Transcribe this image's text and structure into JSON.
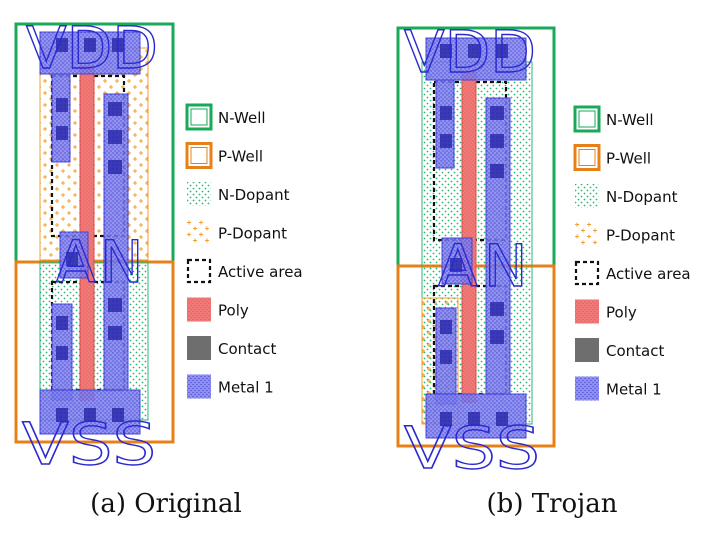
{
  "panels": [
    {
      "caption": "(a) Original",
      "top_label": "VDD",
      "mid_label": "A",
      "mid_label2": "N",
      "bottom_label": "VSS"
    },
    {
      "caption": "(b) Trojan",
      "top_label": "VDD",
      "mid_label": "A",
      "mid_label2": "N",
      "bottom_label": "VSS"
    }
  ],
  "legend": [
    {
      "label": "N-Well",
      "kind": "nwell"
    },
    {
      "label": "P-Well",
      "kind": "pwell"
    },
    {
      "label": "N-Dopant",
      "kind": "ndopant"
    },
    {
      "label": "P-Dopant",
      "kind": "pdopant"
    },
    {
      "label": "Active area",
      "kind": "active"
    },
    {
      "label": "Poly",
      "kind": "poly"
    },
    {
      "label": "Contact",
      "kind": "contact"
    },
    {
      "label": "Metal 1",
      "kind": "metal"
    }
  ],
  "colors": {
    "nwell": "#1aa85a",
    "pwell": "#e8801a",
    "ndopant": "#2bb673",
    "pdopant": "#f0a030",
    "active": "#111111",
    "poly": "#f07a78",
    "contact": "#6e6e6e",
    "metal": "#6a6ae8",
    "label_stroke": "#2a2ad0"
  }
}
